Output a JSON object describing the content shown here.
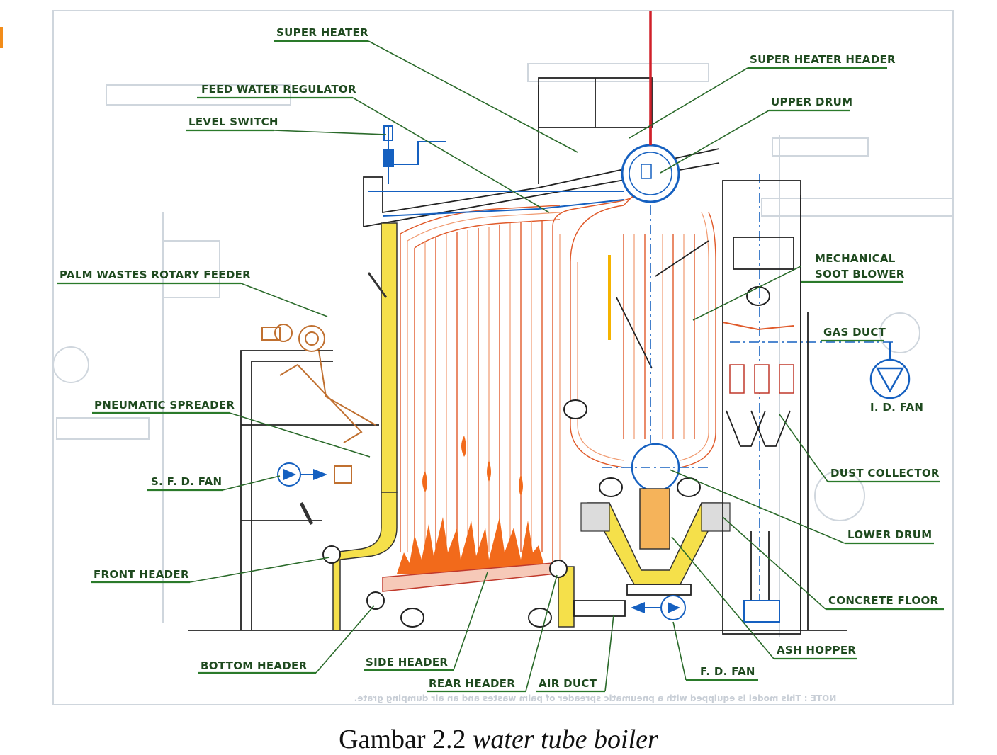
{
  "labels": {
    "super_heater": "SUPER HEATER",
    "feed_water_regulator": "FEED WATER REGULATOR",
    "level_switch": "LEVEL SWITCH",
    "palm_wastes_rotary_feeder": "PALM WASTES ROTARY FEEDER",
    "pneumatic_spreader": "PNEUMATIC SPREADER",
    "sfd_fan": "S. F. D. FAN",
    "front_header": "FRONT HEADER",
    "bottom_header": "BOTTOM HEADER",
    "side_header": "SIDE HEADER",
    "rear_header": "REAR HEADER",
    "air_duct": "AIR DUCT",
    "super_heater_header": "SUPER HEATER HEADER",
    "upper_drum": "UPPER DRUM",
    "mechanical": "MECHANICAL",
    "soot_blower": "SOOT BLOWER",
    "gas_duct": "GAS DUCT",
    "id_fan": "I. D. FAN",
    "dust_collector": "DUST COLLECTOR",
    "lower_drum": "LOWER DRUM",
    "concrete_floor": "CONCRETE FLOOR",
    "ash_hopper": "ASH HOPPER",
    "fd_fan": "F. D. FAN"
  },
  "note": "NOTE : This model is equipped with a pneumatic spreader of palm wastes and an air dumping grate.",
  "caption": {
    "prefix": "Gambar 2.2 ",
    "italic": "water tube boiler"
  },
  "colors": {
    "label_text": "#1f4a1f",
    "leader_line": "#2a6a2a",
    "tube_red": "#e05a2a",
    "flame": "#f26a1b",
    "pipe_blue": "#1560c0",
    "insulation_yellow": "#f5e04a"
  }
}
